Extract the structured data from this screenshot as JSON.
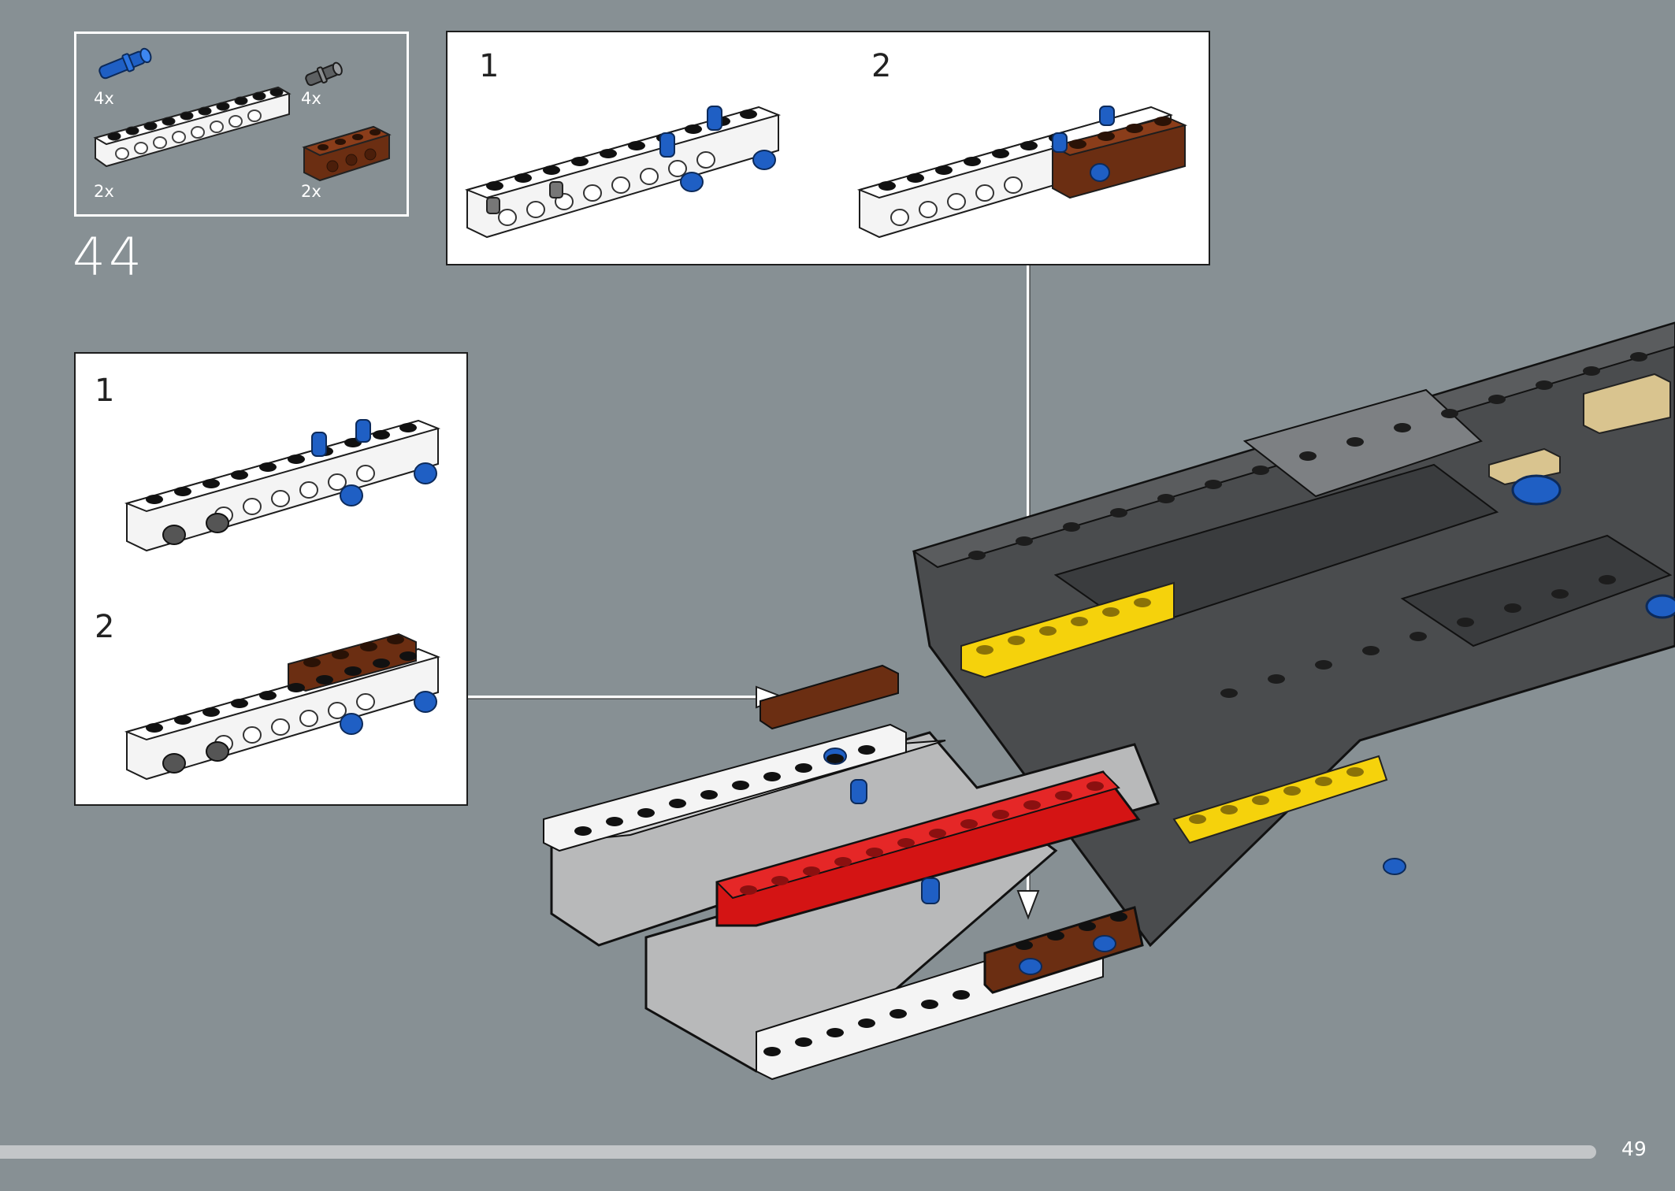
{
  "step": {
    "number": "44"
  },
  "parts_list": [
    {
      "name": "blue-axle-pin",
      "quantity": "4x",
      "color": "#1f5fc4"
    },
    {
      "name": "gray-friction-pin",
      "quantity": "4x",
      "color": "#6b6e70"
    },
    {
      "name": "white-technic-brick-1x10",
      "quantity": "2x",
      "color": "#f4f4f4"
    },
    {
      "name": "brown-technic-brick-1x4",
      "quantity": "2x",
      "color": "#6b2e12"
    }
  ],
  "top_callout": {
    "substeps": [
      "1",
      "2"
    ]
  },
  "left_callout": {
    "substeps": [
      "1",
      "2"
    ]
  },
  "page": {
    "number": "49"
  },
  "colors": {
    "background": "#879094",
    "dark_gray": "#4a4c4e",
    "light_gray": "#b8b9ba",
    "red": "#d41414",
    "yellow": "#f5d20c",
    "brown": "#6b2e12",
    "blue": "#1f5fc4",
    "tan": "#d9c48f"
  }
}
